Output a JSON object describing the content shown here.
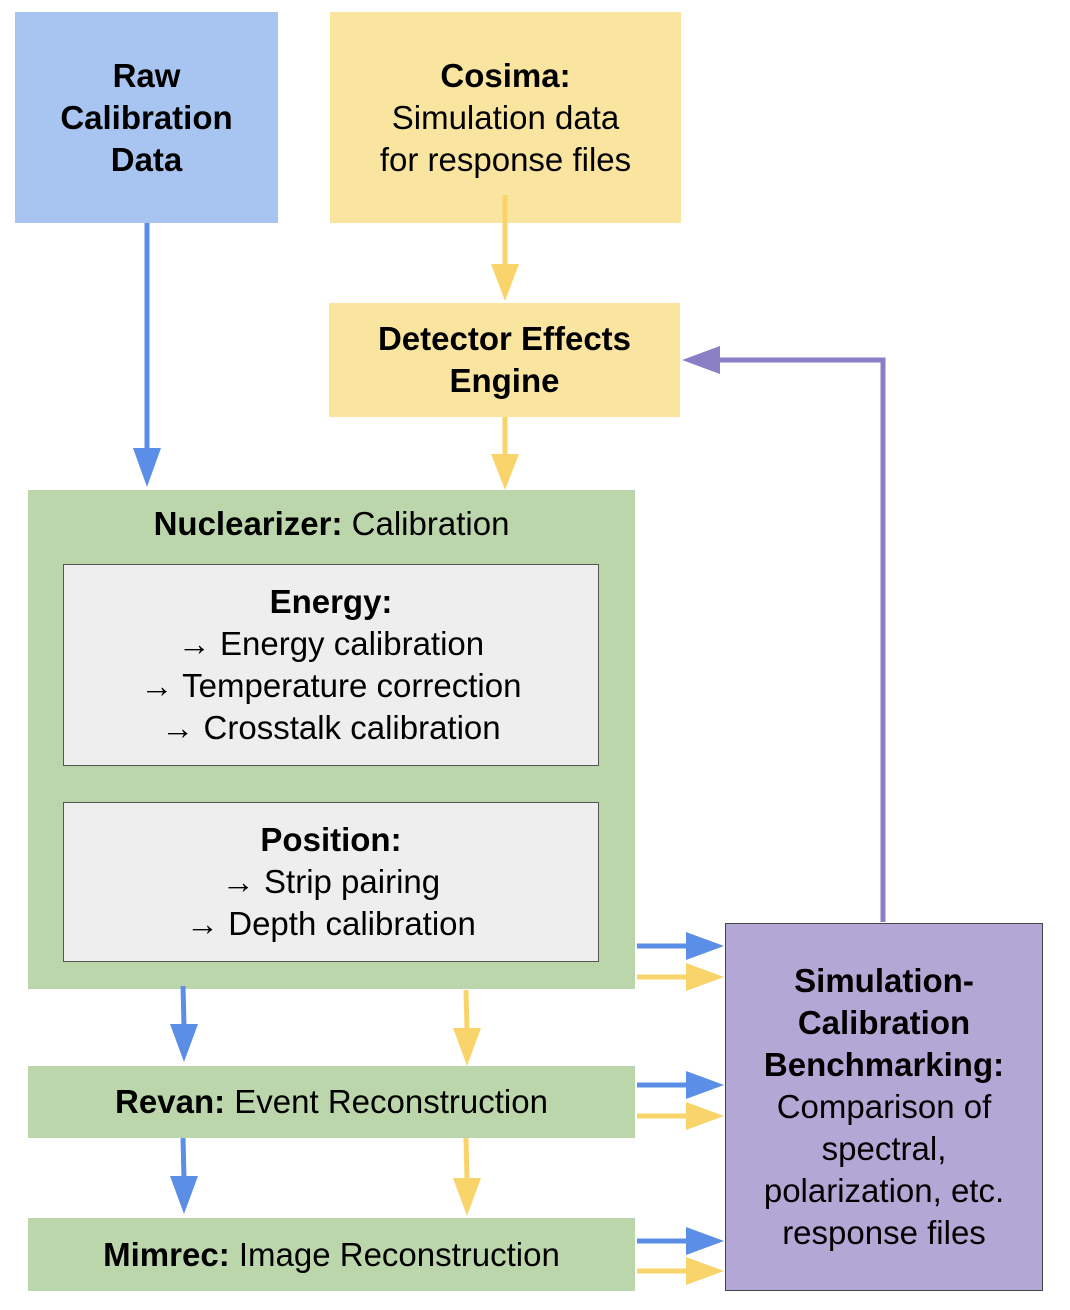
{
  "nodes": {
    "raw": {
      "bold": "Raw Calibration Data",
      "normal": ""
    },
    "cosima": {
      "bold": "Cosima:",
      "lines": [
        "Simulation data",
        "for response files"
      ]
    },
    "dee": {
      "bold": "Detector Effects Engine"
    },
    "nuclearizer": {
      "bold": "Nuclearizer:",
      "normal": " Calibration"
    },
    "energy": {
      "bold": "Energy:",
      "lines": [
        "→ Energy calibration",
        "→ Temperature correction",
        "→ Crosstalk calibration"
      ]
    },
    "position": {
      "bold": "Position:",
      "lines": [
        "→ Strip pairing",
        "→ Depth calibration"
      ]
    },
    "revan": {
      "bold": "Revan:",
      "normal": " Event Reconstruction"
    },
    "mimrec": {
      "bold": "Mimrec:",
      "normal": " Image Reconstruction"
    },
    "benchmark": {
      "bold_lines": [
        "Simulation-",
        "Calibration",
        "Benchmarking:"
      ],
      "lines": [
        "Comparison of",
        "spectral,",
        "polarization, etc.",
        "response files"
      ]
    }
  },
  "colors": {
    "blue_arrow": "#5b8ee6",
    "yellow_arrow": "#f9d46a",
    "purple_arrow": "#8a7fc4"
  }
}
